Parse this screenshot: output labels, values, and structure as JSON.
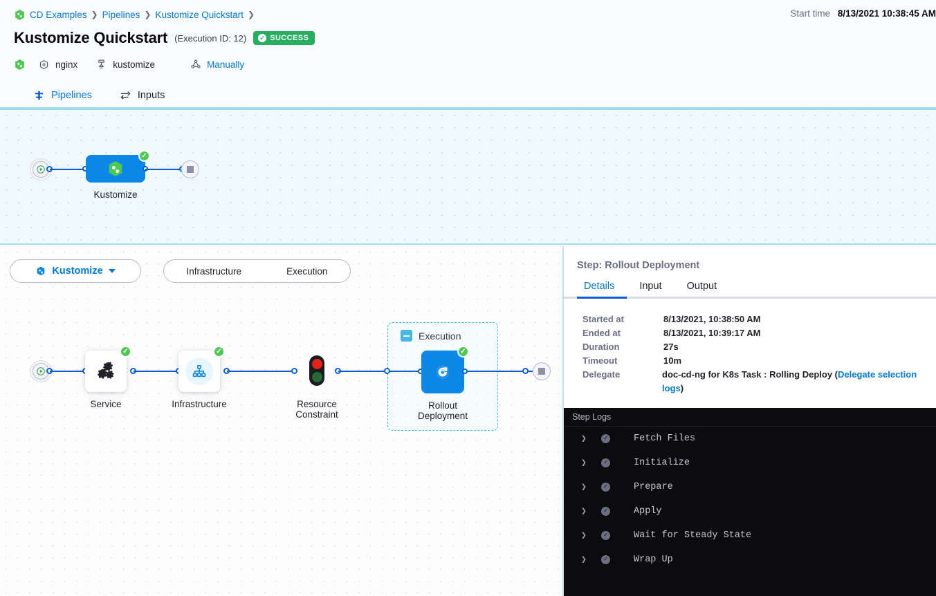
{
  "header": {
    "breadcrumb": [
      {
        "label": "CD Examples",
        "icon": "harness-icon"
      },
      {
        "label": "Pipelines",
        "icon": ""
      },
      {
        "label": "Kustomize Quickstart",
        "icon": ""
      }
    ],
    "title": "Kustomize Quickstart",
    "execution_id": "(Execution ID: 12)",
    "status": "SUCCESS",
    "status_color": "#27ae60",
    "meta": [
      {
        "label": "nginx",
        "icon": "service-icon",
        "link": false
      },
      {
        "label": "kustomize",
        "icon": "kustomize-icon",
        "link": false
      },
      {
        "label": "Manually",
        "icon": "trigger-icon",
        "link": true
      }
    ],
    "start_time_label": "Start time",
    "start_time_value": "8/13/2021 10:38:45 AM"
  },
  "tabs": [
    {
      "label": "Pipelines",
      "icon": "pipeline-icon",
      "active": true
    },
    {
      "label": "Inputs",
      "icon": "inputs-icon",
      "active": false
    }
  ],
  "pipeline_graph": {
    "nodes": [
      {
        "type": "start",
        "name": "start-node",
        "label": ""
      },
      {
        "type": "stage",
        "name": "stage-kustomize",
        "label": "Kustomize",
        "status": "success"
      },
      {
        "type": "stop",
        "name": "stop-node",
        "label": ""
      }
    ]
  },
  "stage_selector": {
    "stage_name": "Kustomize",
    "segments": [
      "Infrastructure",
      "Execution"
    ]
  },
  "stage_graph": {
    "nodes": [
      {
        "name": "service-node",
        "label": "Service",
        "status": "success"
      },
      {
        "name": "infrastructure-node",
        "label": "Infrastructure",
        "status": "success"
      },
      {
        "name": "resource-constraint-node",
        "label_line1": "Resource",
        "label_line2": "Constraint",
        "status": ""
      },
      {
        "name": "rollout-deployment-node",
        "label_line1": "Rollout",
        "label_line2": "Deployment",
        "status": "success"
      }
    ],
    "group_label": "Execution"
  },
  "details": {
    "panel_title": "Step: Rollout Deployment",
    "tabs": [
      {
        "label": "Details",
        "active": true
      },
      {
        "label": "Input",
        "active": false
      },
      {
        "label": "Output",
        "active": false
      }
    ],
    "rows": [
      {
        "key": "Started at",
        "value": "8/13/2021, 10:38:50 AM"
      },
      {
        "key": "Ended at",
        "value": "8/13/2021, 10:39:17 AM"
      },
      {
        "key": "Duration",
        "value": "27s"
      },
      {
        "key": "Timeout",
        "value": "10m"
      }
    ],
    "delegate_key": "Delegate",
    "delegate_prefix": "doc-cd-ng for K8s Task : Rolling Deploy (",
    "delegate_link": "Delegate selection logs",
    "delegate_suffix": ")"
  },
  "logs": {
    "title": "Step Logs",
    "rows": [
      {
        "label": "Fetch Files",
        "status": "success"
      },
      {
        "label": "Initialize",
        "status": "success"
      },
      {
        "label": "Prepare",
        "status": "success"
      },
      {
        "label": "Apply",
        "status": "success"
      },
      {
        "label": "Wait for Steady State",
        "status": "success"
      },
      {
        "label": "Wrap Up",
        "status": "success"
      }
    ]
  }
}
